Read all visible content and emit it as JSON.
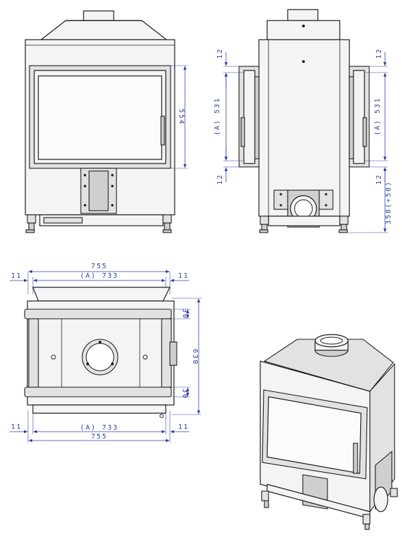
{
  "colors": {
    "line": "#1a1a1a",
    "dimension": "#2a3ea8",
    "background": "#ffffff"
  },
  "front_view": {
    "height_label": "554"
  },
  "side_view": {
    "left_top": "12",
    "left_mid": "(A) 531",
    "left_bottom": "12",
    "right_top": "12",
    "right_mid": "(A) 531",
    "right_bottom": "12",
    "floor_height": "358(+50)"
  },
  "top_view": {
    "top_total": "755",
    "top_inner": "(A) 733",
    "top_left_offset": "11",
    "top_right_offset": "11",
    "bottom_total": "755",
    "bottom_inner": "(A) 733",
    "bottom_left_offset": "11",
    "bottom_right_offset": "11",
    "depth_total": "630",
    "depth_top": "30",
    "depth_bottom": "30"
  }
}
